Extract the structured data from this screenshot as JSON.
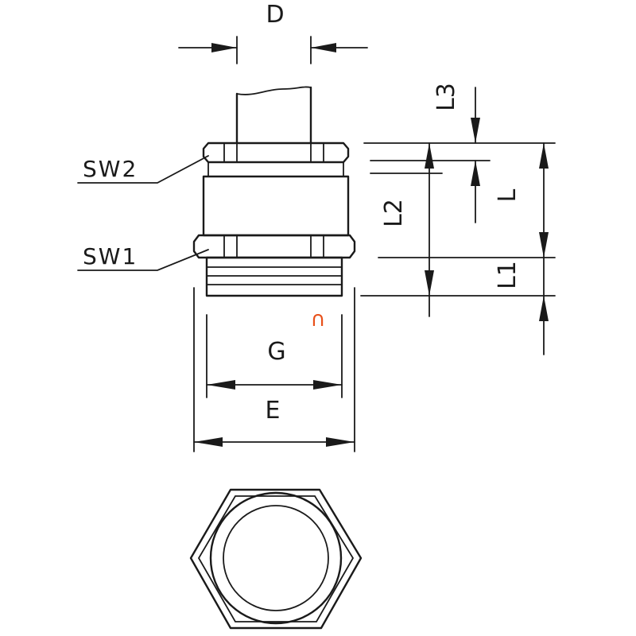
{
  "labels": {
    "D": "D",
    "L3": "L3",
    "L2": "L2",
    "L": "L",
    "L1": "L1",
    "SW2": "SW2",
    "SW1": "SW1",
    "G": "G",
    "E": "E",
    "mark": "∩"
  },
  "colors": {
    "line": "#1a1a1a",
    "mark": "#e8501a",
    "background": "#ffffff"
  }
}
